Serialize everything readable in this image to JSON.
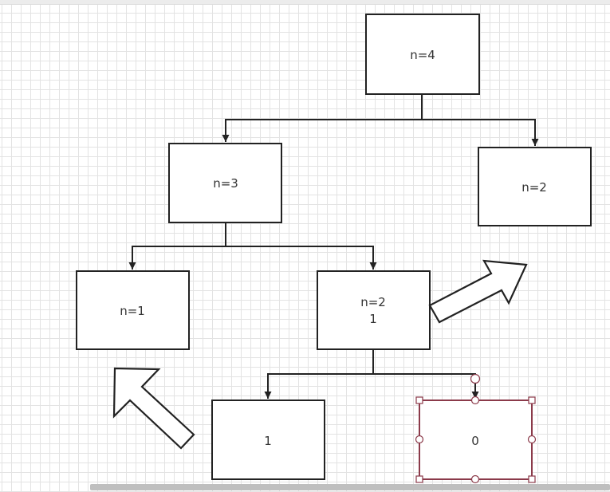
{
  "diagram": {
    "nodes": {
      "n4": {
        "line1": "n=4",
        "line2": ""
      },
      "n3": {
        "line1": "n=3",
        "line2": ""
      },
      "n2_right": {
        "line1": "n=2",
        "line2": ""
      },
      "n1": {
        "line1": "n=1",
        "line2": ""
      },
      "n2_mid": {
        "line1": "n=2",
        "line2": "1"
      },
      "leaf_one": {
        "line1": "1",
        "line2": ""
      },
      "leaf_zero": {
        "line1": "0",
        "line2": ""
      }
    },
    "colors": {
      "line": "#222222",
      "selection": "#8b3a4a",
      "grid": "#e3e3e3",
      "arrow_fill": "#ffffff"
    }
  }
}
